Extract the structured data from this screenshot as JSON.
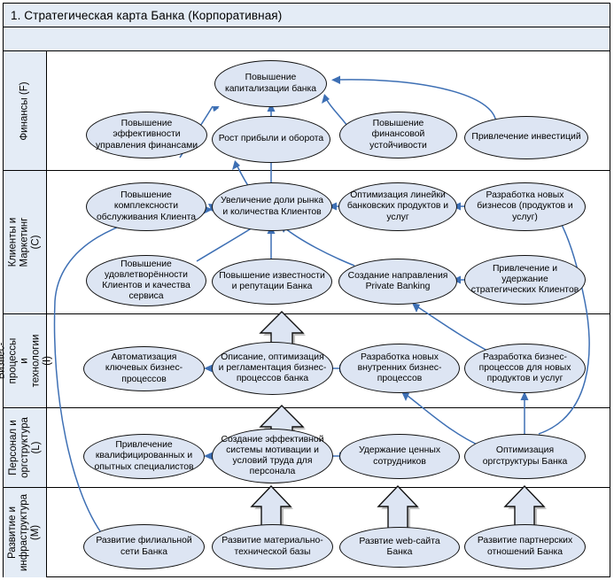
{
  "header": {
    "title": "1. Стратегическая карта Банка (Корпоративная)"
  },
  "perspectives": [
    {
      "key": "F",
      "label": "Финансы (F)"
    },
    {
      "key": "C",
      "label": "Клиенты и Маркетинг (C)"
    },
    {
      "key": "I",
      "label": "Бизнес-процессы и технологии (I)"
    },
    {
      "key": "L",
      "label": "Персонал и оргструктура (L)"
    },
    {
      "key": "M",
      "label": "Развитие и инфраструктура (M)"
    }
  ],
  "nodes": {
    "f_capital": "Повышение капитализации банка",
    "f_effmgmt": "Повышение эффективности управления финансами",
    "f_profit": "Рост прибыли и оборота",
    "f_stability": "Повышение финансовой устойчивости",
    "f_invest": "Привлечение инвестиций",
    "c_complex": "Повышение комплексности обслуживания Клиента",
    "c_share": "Увеличение доли рынка и количества Клиентов",
    "c_optline": "Оптимизация линейки банковских продуктов и услуг",
    "c_newbiz": "Разработка новых бизнесов (продуктов и услуг)",
    "c_satisfaction": "Повышение удовлетворённости Клиентов и качества сервиса",
    "c_reputation": "Повышение известности и репутации Банка",
    "c_private": "Создание направления Private Banking",
    "c_strategic": "Привлечение и удержание стратегических Клиентов",
    "i_automation": "Автоматизация ключевых бизнес-процессов",
    "i_describe": "Описание, оптимизация и регламентация бизнес-процессов банка",
    "i_newinternal": "Разработка новых внутренних бизнес-процессов",
    "i_newproducts": "Разработка бизнес-процессов для новых продуктов и услуг",
    "l_attract": "Привлечение квалифицированных и опытных специалистов",
    "l_motivation": "Создание эффективной системы мотивации и условий труда для персонала",
    "l_retain": "Удержание ценных сотрудников",
    "l_orgstruct": "Оптимизация оргструктуры Банка",
    "m_branch": "Развитие филиальной сети Банка",
    "m_material": "Развитие материально-технической базы",
    "m_website": "Развтие web-сайта Банка",
    "m_partners": "Развитие партнерских отношений Банка"
  },
  "colors": {
    "node_fill": "#dde5f3",
    "node_stroke": "#111111",
    "band_fill": "#e4ecf6",
    "connector": "#3d6fb4",
    "frame": "#000000"
  }
}
